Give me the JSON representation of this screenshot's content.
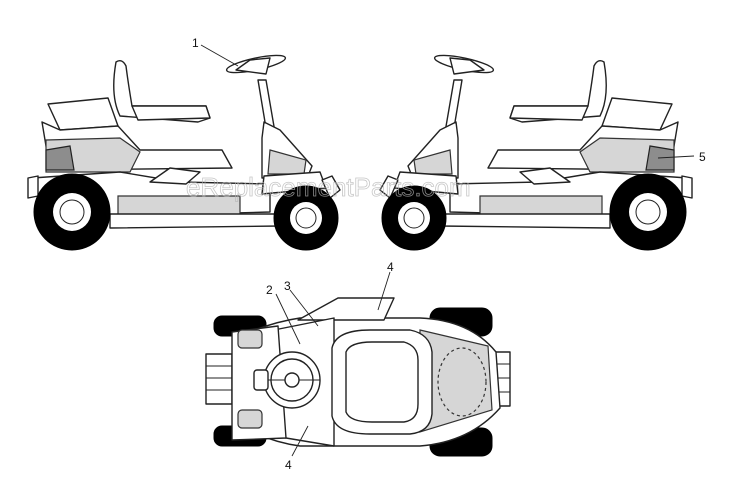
{
  "watermark": "eReplacementParts.com",
  "callouts": {
    "c1": "1",
    "c2": "2",
    "c3": "3",
    "c4_top": "4",
    "c4_bottom": "4",
    "c5": "5"
  }
}
